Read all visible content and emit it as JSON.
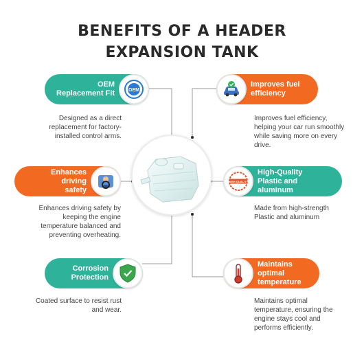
{
  "title": {
    "line1": "BENEFITS OF A HEADER",
    "line2": "EXPANSION TANK"
  },
  "colors": {
    "teal": "#2eb39a",
    "orange": "#f26a22",
    "title": "#2a2a2a"
  },
  "benefits": [
    {
      "icon": "oem-badge-icon",
      "badge_text": "OEM",
      "title": [
        "OEM",
        "Replacement Fit"
      ],
      "description": [
        "Designed as a direct",
        "replacement for factory-",
        "installed control arms."
      ]
    },
    {
      "icon": "car-checkmark-icon",
      "title": [
        "Improves fuel",
        "efficiency"
      ],
      "description": [
        "Improves fuel efficiency,",
        "helping your car run smoothly",
        "while saving more on every",
        "drive."
      ]
    },
    {
      "icon": "driver-steering-icon",
      "title": [
        "Enhances",
        "driving",
        "safety"
      ],
      "description": [
        "Enhances driving safety by",
        "keeping the engine",
        "temperature balanced and",
        "preventing overheating."
      ]
    },
    {
      "icon": "high-quality-stamp-icon",
      "badge_text": "HIGH QUALITY",
      "title": [
        "High-Quality",
        "Plastic and",
        "aluminum"
      ],
      "description": [
        "Made from high-strength",
        "Plastic and aluminum"
      ]
    },
    {
      "icon": "shield-check-icon",
      "title": [
        "Corrosion",
        "Protection"
      ],
      "description": [
        "Coated surface to resist rust",
        "and wear."
      ]
    },
    {
      "icon": "thermometer-icon",
      "title": [
        "Maintains",
        "optimal",
        "temperature"
      ],
      "description": [
        "Maintains optimal",
        "temperature, ensuring the",
        "engine stays cool and",
        "performs efficiently."
      ]
    }
  ],
  "center_image": "expansion-tank-image"
}
